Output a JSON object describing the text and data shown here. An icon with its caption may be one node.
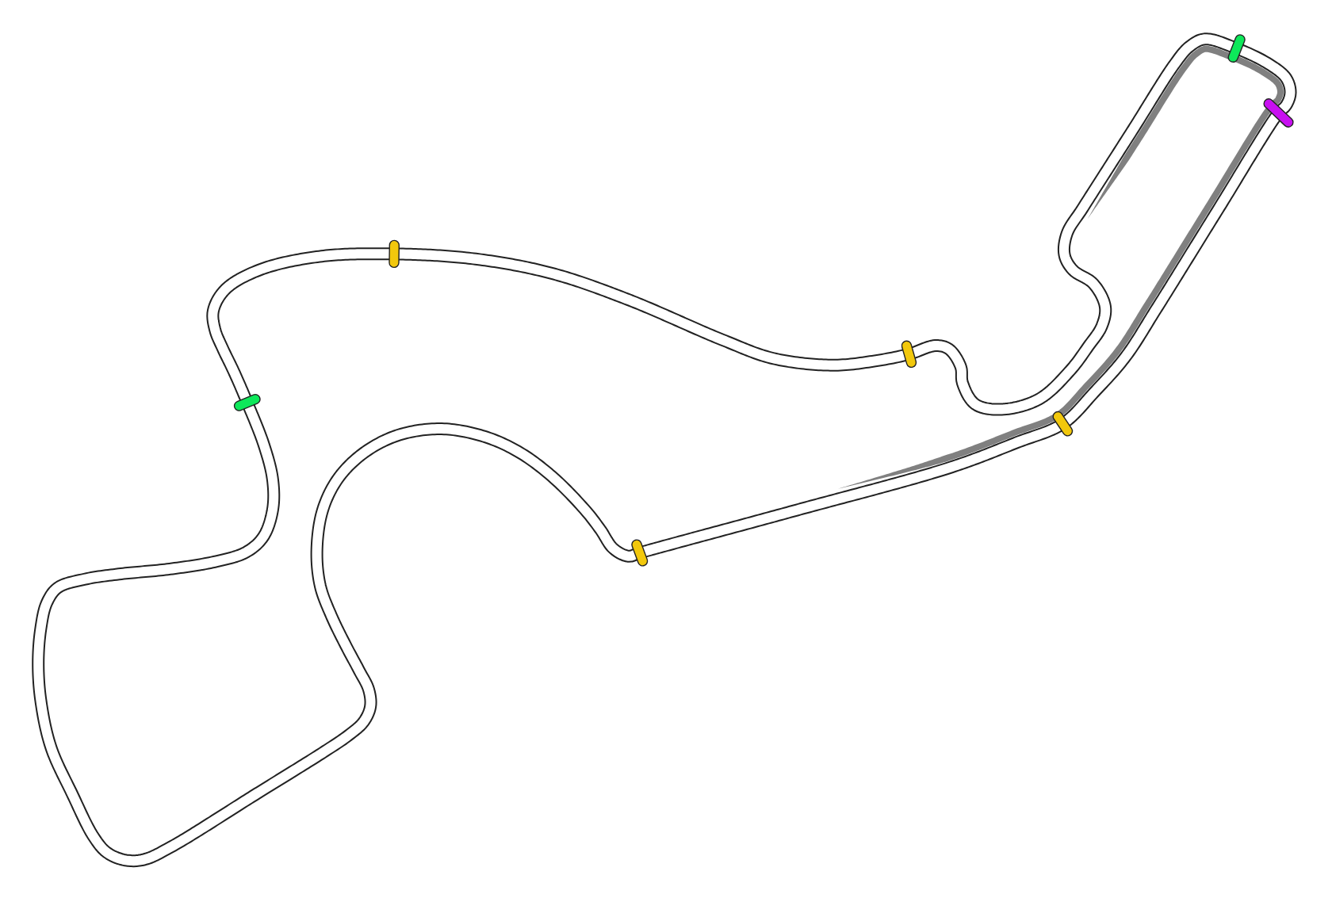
{
  "diagram": {
    "nodes": [
      {
        "text": [],
        "shape": "bar"
      },
      {
        "text": [],
        "shape": "bar"
      },
      {
        "text": [],
        "shape": "bar"
      },
      {
        "text": [],
        "shape": "bar"
      },
      {
        "text": [],
        "shape": "bar"
      },
      {
        "text": [],
        "shape": "bar"
      },
      {
        "text": [],
        "shape": "bar"
      }
    ]
  }
}
